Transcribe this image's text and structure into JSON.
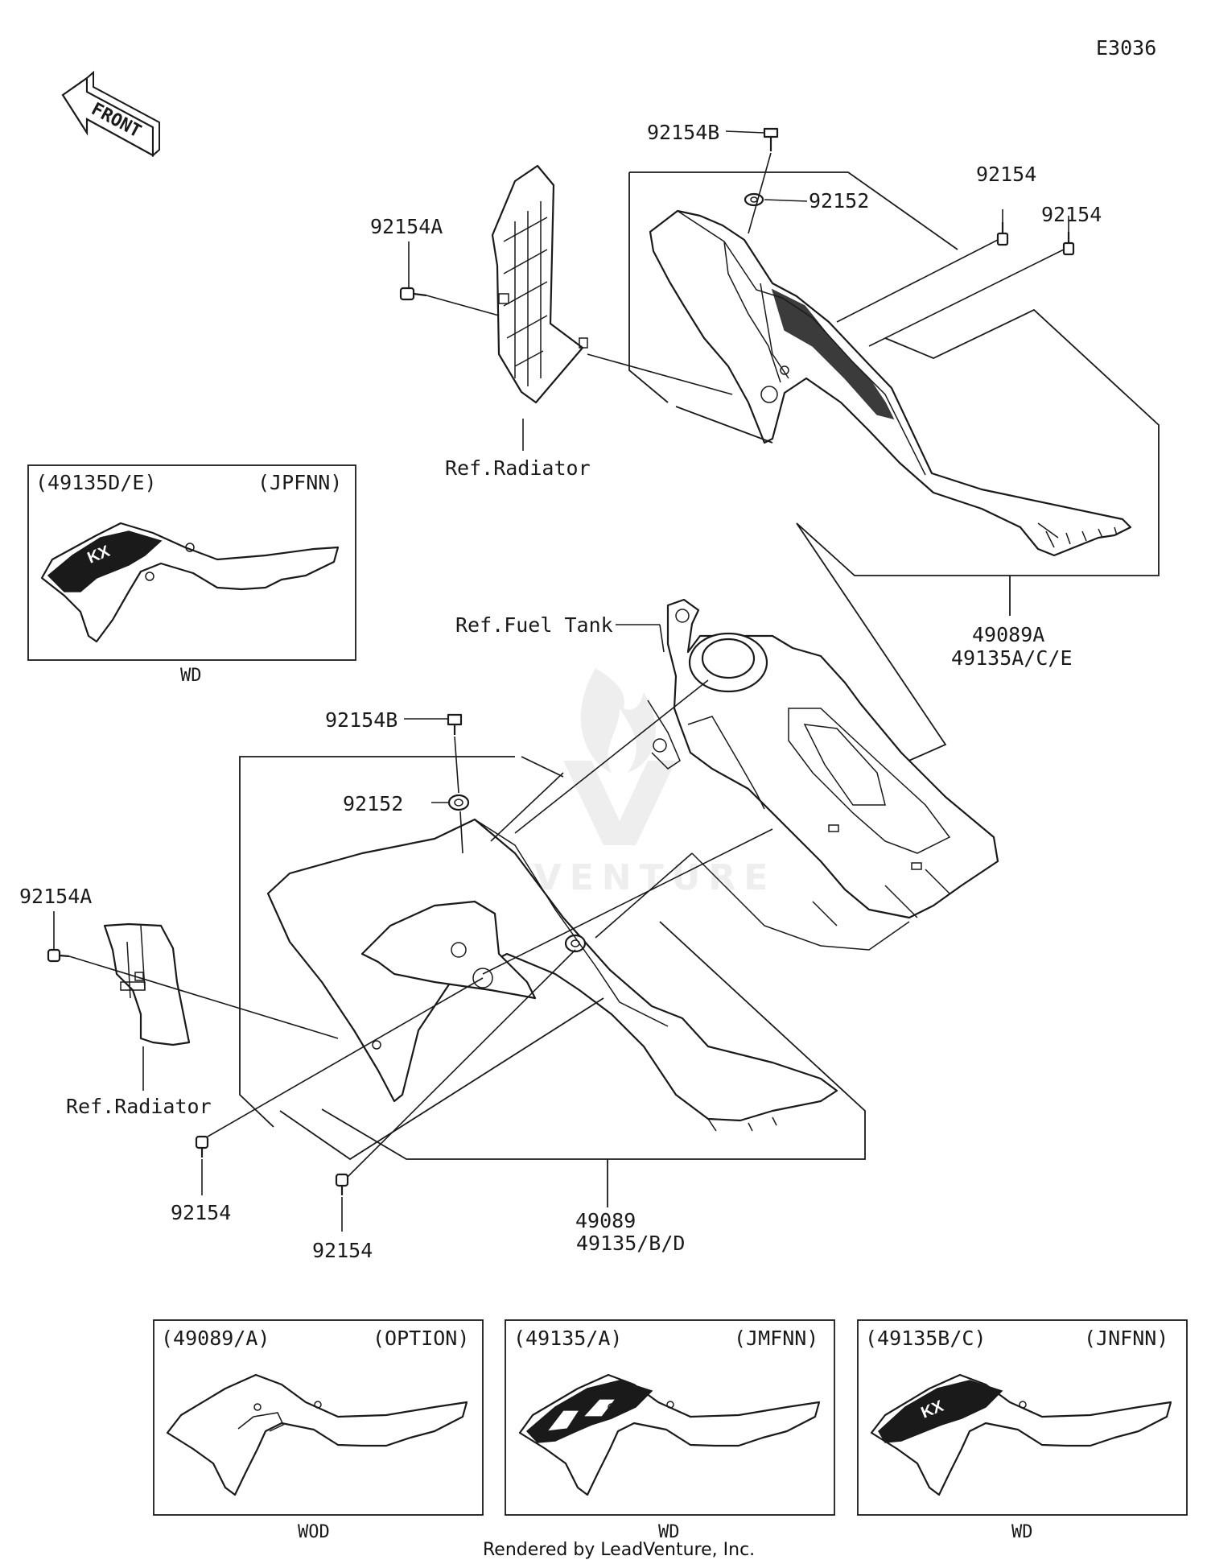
{
  "diagram_code": "E3036",
  "front_label": "FRONT",
  "watermark_text": "LEADVENTURE",
  "callouts": {
    "bolt_b_top": "92154B",
    "washer_top": "92152",
    "bolt_right_1": "92154",
    "bolt_right_2": "92154",
    "bolt_a_top": "92154A",
    "ref_radiator_top": "Ref.Radiator",
    "ref_fuel_tank": "Ref.Fuel Tank",
    "shroud_right_line1": "49089A",
    "shroud_right_line2": "49135A/C/E",
    "bolt_b_mid": "92154B",
    "washer_mid": "92152",
    "bolt_a_left": "92154A",
    "ref_radiator_left": "Ref.Radiator",
    "bolt_low_1": "92154",
    "bolt_low_2": "92154",
    "shroud_left_line1": "49089",
    "shroud_left_line2": "49135/B/D"
  },
  "variant_boxes": [
    {
      "code": "(49135D/E)",
      "option": "(JPFNN)",
      "caption": "WD"
    },
    {
      "code": "(49089/A)",
      "option": "(OPTION)",
      "caption": "WOD"
    },
    {
      "code": "(49135/A)",
      "option": "(JMFNN)",
      "caption": "WD"
    },
    {
      "code": "(49135B/C)",
      "option": "(JNFNN)",
      "caption": "WD"
    }
  ],
  "footer": "Rendered by LeadVenture, Inc."
}
